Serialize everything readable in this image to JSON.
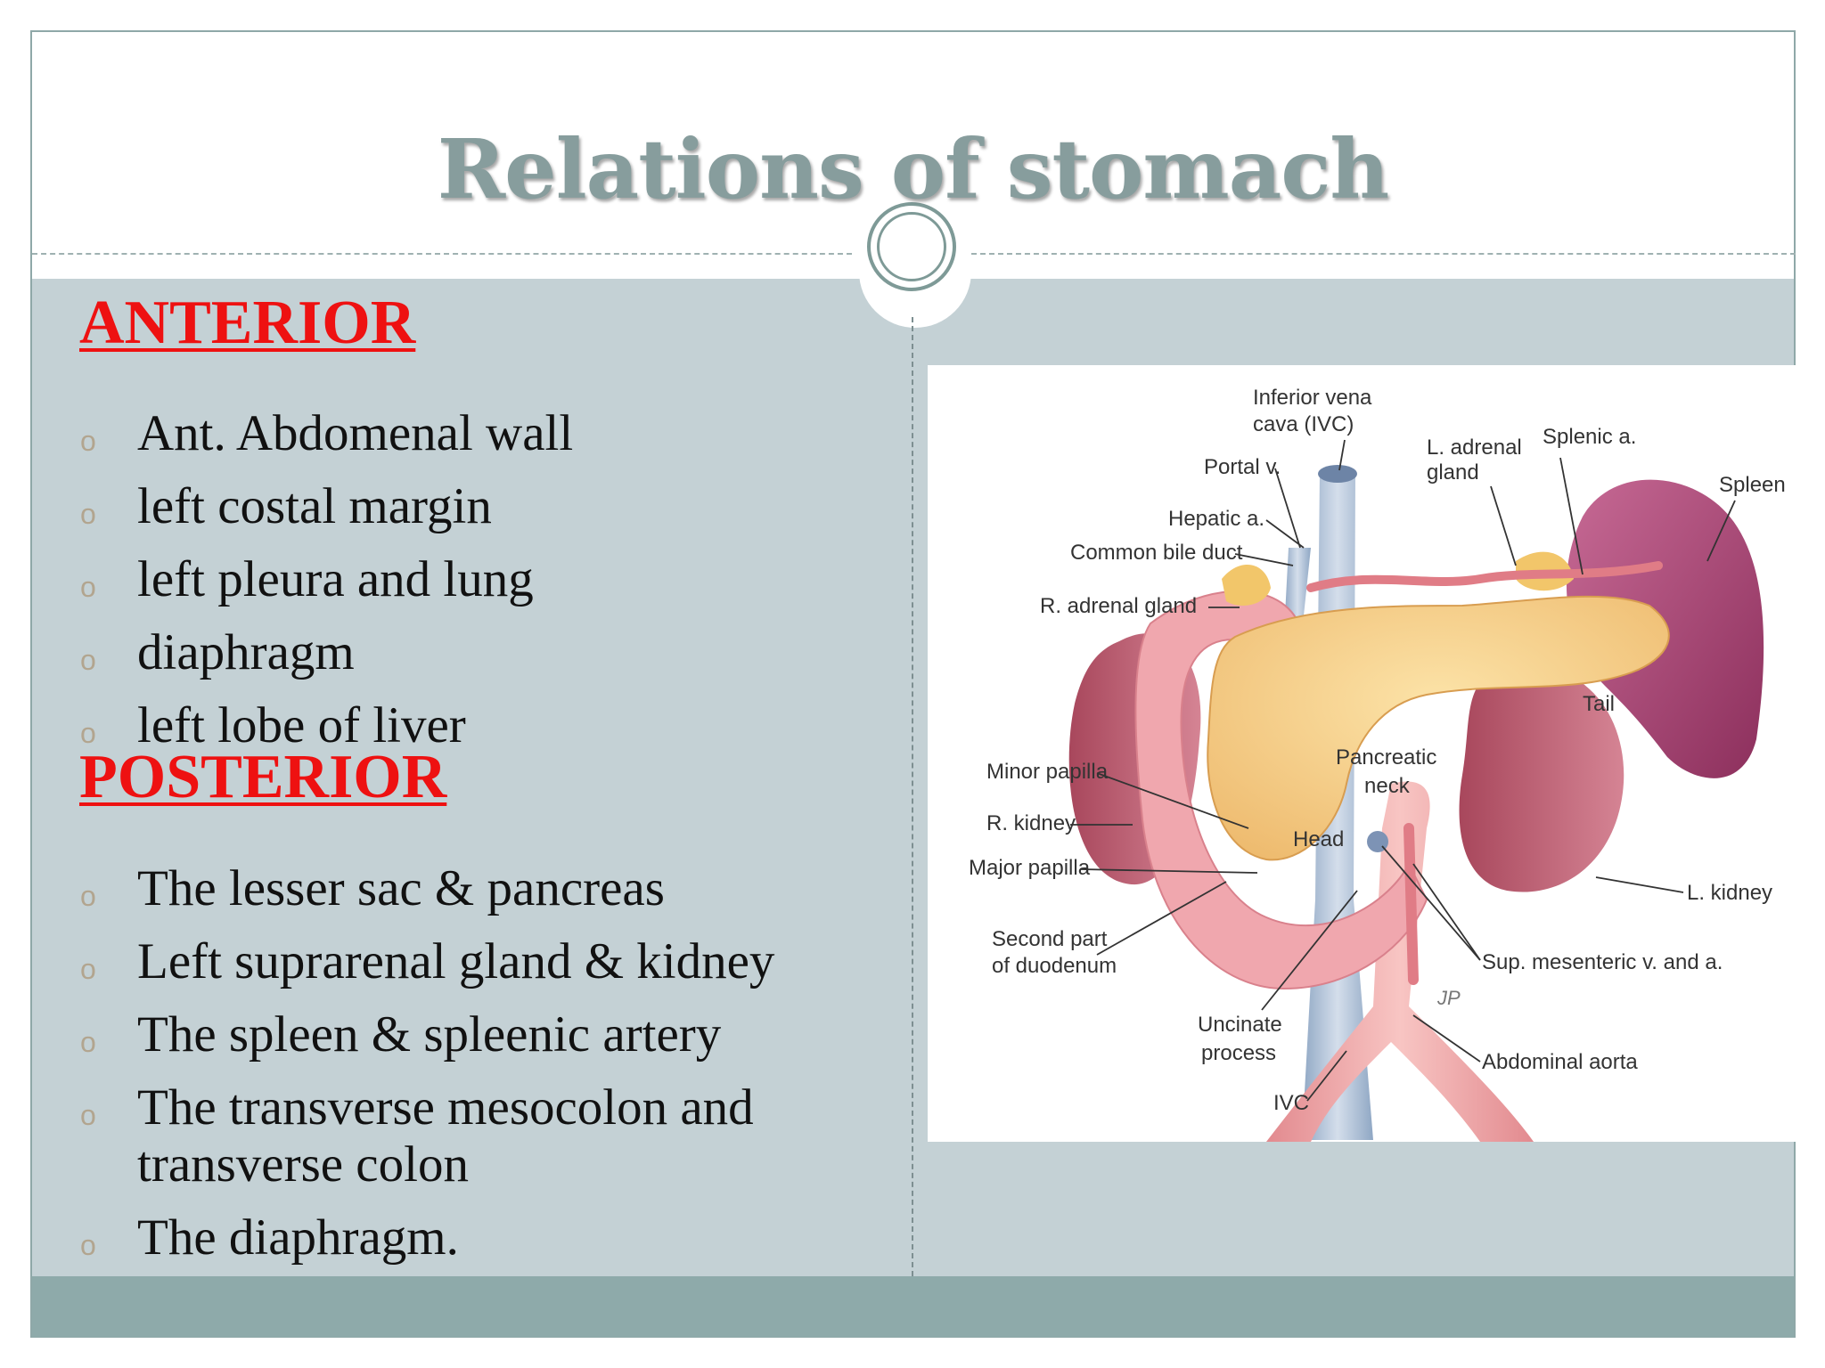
{
  "slide": {
    "title": "Relations of stomach",
    "anterior": {
      "heading": "ANTERIOR",
      "items": [
        "Ant. Abdomenal wall",
        "left costal margin",
        "left pleura and lung",
        "diaphragm",
        "left lobe of liver"
      ]
    },
    "posterior": {
      "heading": "POSTERIOR",
      "items": [
        "The lesser sac & pancreas",
        "Left suprarenal gland & kidney",
        "The spleen & spleenic artery",
        "The transverse mesocolon and transverse colon",
        "The diaphragm."
      ]
    },
    "bullet_glyph": "o",
    "colors": {
      "title": "#879d9d",
      "heading": "#ee1111",
      "content_bg": "#c4d1d5",
      "footer_band": "#8eaaaa",
      "bullet": "#b2a58f"
    }
  },
  "diagram": {
    "labels": {
      "ivc_top_1": "Inferior vena",
      "ivc_top_2": "cava (IVC)",
      "portal_v": "Portal v.",
      "l_adrenal_1": "L. adrenal",
      "l_adrenal_2": "gland",
      "splenic_a": "Splenic a.",
      "spleen": "Spleen",
      "hepatic_a": "Hepatic a.",
      "common_bile_duct": "Common bile duct",
      "r_adrenal": "R. adrenal gland",
      "tail": "Tail",
      "pancreatic_neck_1": "Pancreatic",
      "pancreatic_neck_2": "neck",
      "minor_papilla": "Minor papilla",
      "r_kidney": "R. kidney",
      "head": "Head",
      "major_papilla": "Major papilla",
      "l_kidney": "L. kidney",
      "second_part_1": "Second part",
      "second_part_2": "of duodenum",
      "sup_mesenteric": "Sup. mesenteric v. and a.",
      "uncinate_1": "Uncinate",
      "uncinate_2": "process",
      "abdominal_aorta": "Abdominal aorta",
      "ivc_bottom": "IVC",
      "signature": "JP"
    }
  }
}
